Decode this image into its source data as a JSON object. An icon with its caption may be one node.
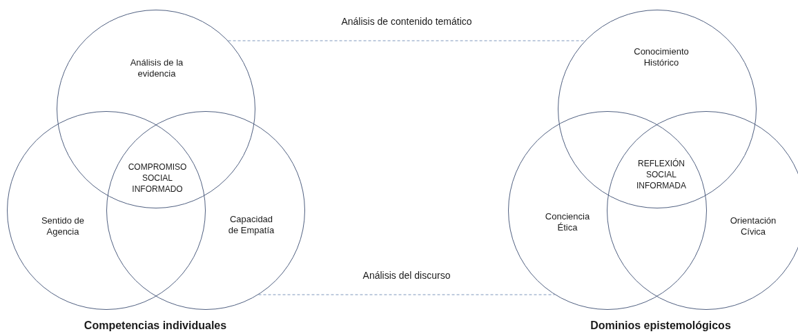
{
  "diagram": {
    "nodes": [
      {
        "text": [
          "Análisis de la evidencia"
        ]
      },
      {
        "text": [
          "Sentido de Agencia"
        ]
      },
      {
        "text": [
          "Capacidad de Empatía"
        ]
      },
      {
        "text": [
          "Conocimiento Histórico"
        ]
      },
      {
        "text": [
          "Conciencia Ética"
        ]
      },
      {
        "text": [
          "Orientación Cívica"
        ]
      }
    ],
    "edges": [
      {
        "from": 0,
        "to": 3,
        "arrow": "none",
        "style": "dashed",
        "label": "Análisis de contenido temático"
      },
      {
        "from": 2,
        "to": 4,
        "arrow": "none",
        "style": "dashed",
        "label": "Análisis del discurso"
      }
    ],
    "labels": [
      "COMPROMISO SOCIAL INFORMADO",
      "REFLEXIÓN SOCIAL INFORMADA",
      "Competencias individuales",
      "Dominios epistemológicos"
    ]
  }
}
